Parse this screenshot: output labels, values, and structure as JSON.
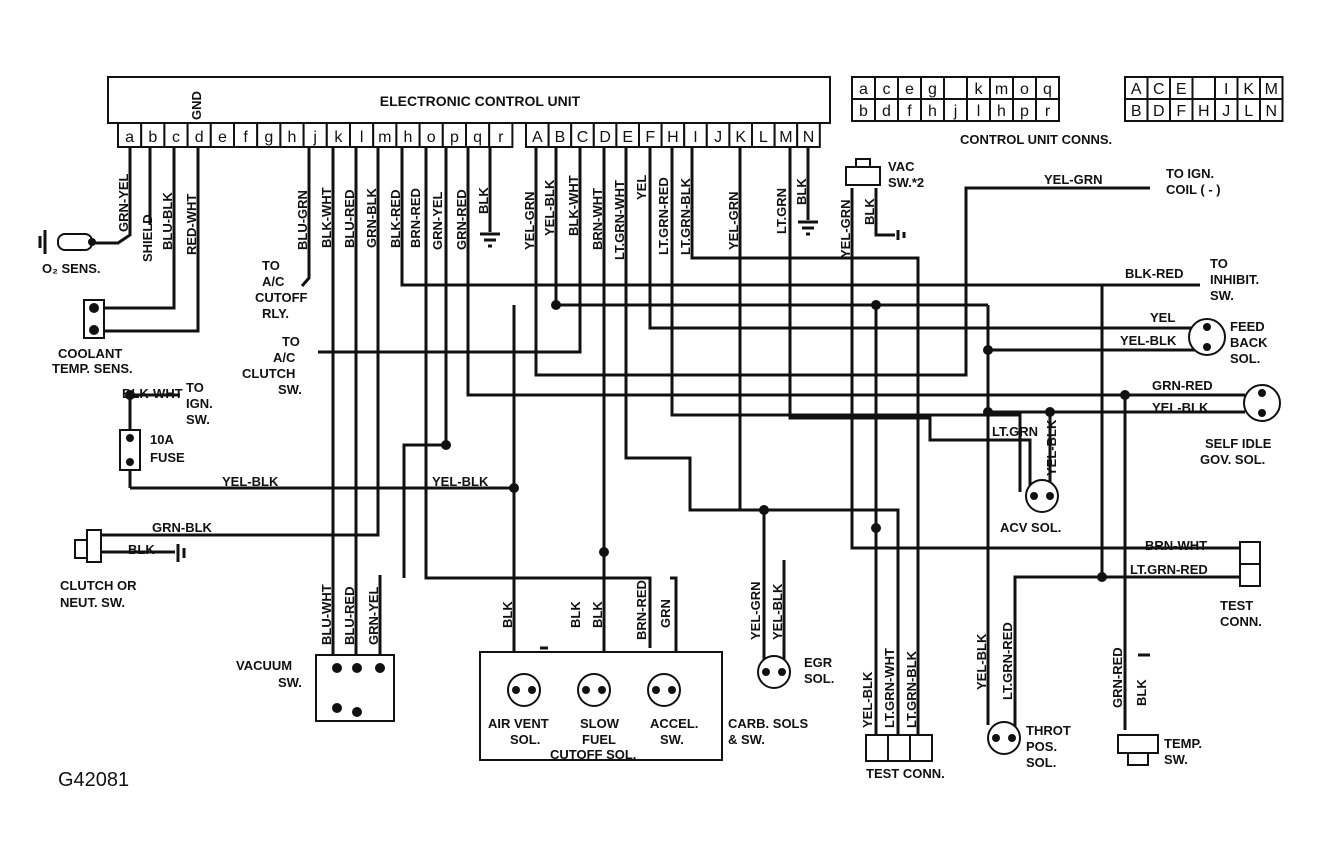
{
  "diagram": {
    "figure_id": "G42081",
    "ecu_label": "ELECTRONIC CONTROL UNIT",
    "gnd_label": "GND",
    "pins_lower": [
      "a",
      "b",
      "c",
      "d",
      "e",
      "f",
      "g",
      "h",
      "j",
      "k",
      "l",
      "m",
      "h",
      "o",
      "p",
      "q",
      "r"
    ],
    "pins_upper": [
      "A",
      "B",
      "C",
      "D",
      "E",
      "F",
      "H",
      "I",
      "J",
      "K",
      "L",
      "M",
      "N"
    ],
    "conn_title": "CONTROL UNIT CONNS.",
    "conn_lower_row1": [
      "a",
      "c",
      "e",
      "g",
      "",
      "k",
      "m",
      "o",
      "q"
    ],
    "conn_lower_row2": [
      "b",
      "d",
      "f",
      "h",
      "j",
      "l",
      "h",
      "p",
      "r"
    ],
    "conn_upper_row1": [
      "A",
      "C",
      "E",
      "",
      "I",
      "K",
      "M"
    ],
    "conn_upper_row2": [
      "B",
      "D",
      "F",
      "H",
      "J",
      "L",
      "N"
    ],
    "wires": {
      "grn_yel": "GRN-YEL",
      "shield": "SHIELD",
      "blu_blk": "BLU-BLK",
      "red_wht": "RED-WHT",
      "blu_grn": "BLU-GRN",
      "blk_wht": "BLK-WHT",
      "blu_red": "BLU-RED",
      "grn_blk": "GRN-BLK",
      "blk_red": "BLK-RED",
      "brn_red": "BRN-RED",
      "grn_yel2": "GRN-YEL",
      "grn_red": "GRN-RED",
      "blk": "BLK",
      "yel_grn": "YEL-GRN",
      "yel_blk": "YEL-BLK",
      "blk_wht2": "BLK-WHT",
      "brn_wht": "BRN-WHT",
      "lt_grn_wht": "LT.GRN-WHT",
      "yel": "YEL",
      "lt_grn_red": "LT.GRN-RED",
      "lt_grn_blk": "LT.GRN-BLK",
      "yel_grn2": "YEL-GRN",
      "lt_grn": "LT.GRN",
      "blk2": "BLK",
      "yel_grn_vac": "YEL-GRN",
      "blk_vac": "BLK",
      "yel_grn_coil": "YEL-GRN",
      "blk_red_inh": "BLK-RED",
      "yel_fb": "YEL",
      "yel_blk_fb": "YEL-BLK",
      "grn_red_sig": "GRN-RED",
      "yel_blk_sig": "YEL-BLK",
      "lt_grn_acv": "LT.GRN",
      "yel_blk_acv": "YEL-BLK",
      "brn_wht_tc": "BRN-WHT",
      "lt_grn_red_tc": "LT.GRN-RED",
      "blk_wht_ign": "BLK-WHT",
      "yel_blk_h1": "YEL-BLK",
      "yel_blk_h2": "YEL-BLK",
      "grn_blk_cl": "GRN-BLK",
      "blk_cl": "BLK",
      "vac_blu_wht": "BLU-WHT",
      "vac_blu_red": "BLU-RED",
      "vac_grn_yel": "GRN-YEL",
      "carb_blk1": "BLK",
      "carb_blk2": "BLK",
      "carb_blk3": "BLK",
      "carb_brn_red": "BRN-RED",
      "carb_grn": "GRN",
      "egr_yel_grn": "YEL-GRN",
      "egr_yel_blk": "YEL-BLK",
      "tc_yel_blk": "YEL-BLK",
      "tc_lt_grn_wht": "LT.GRN-WHT",
      "tc_lt_grn_blk": "LT.GRN-BLK",
      "thr_yel_blk": "YEL-BLK",
      "thr_lt_grn_red": "LT.GRN-RED",
      "tmp_grn_red": "GRN-RED",
      "tmp_blk": "BLK"
    },
    "components": {
      "o2": "O₂ SENS.",
      "coolant_1": "COOLANT",
      "coolant_2": "TEMP. SENS.",
      "ac_cutoff_1": "TO",
      "ac_cutoff_2": "A/C",
      "ac_cutoff_3": "CUTOFF",
      "ac_cutoff_4": "RLY.",
      "ac_clutch_1": "TO",
      "ac_clutch_2": "A/C",
      "ac_clutch_3": "CLUTCH",
      "ac_clutch_4": "SW.",
      "ign_sw_1": "TO",
      "ign_sw_2": "IGN.",
      "ign_sw_3": "SW.",
      "fuse_1": "10A",
      "fuse_2": "FUSE",
      "clutch_1": "CLUTCH OR",
      "clutch_2": "NEUT. SW.",
      "vac_sw_1": "VAC",
      "vac_sw_2": "SW.*2",
      "ign_coil_1": "TO IGN.",
      "ign_coil_2": "COIL ( - )",
      "inhibit_1": "TO",
      "inhibit_2": "INHIBIT.",
      "inhibit_3": "SW.",
      "feedback_1": "FEED",
      "feedback_2": "BACK",
      "feedback_3": "SOL.",
      "sig_1": "SELF IDLE",
      "sig_2": "GOV. SOL.",
      "acv": "ACV SOL.",
      "test_1": "TEST",
      "test_2": "CONN.",
      "vacuum_1": "VACUUM",
      "vacuum_2": "SW.",
      "airvent_1": "AIR VENT",
      "airvent_2": "SOL.",
      "slow_1": "SLOW",
      "slow_2": "FUEL",
      "slow_3": "CUTOFF SOL.",
      "accel_1": "ACCEL.",
      "accel_2": "SW.",
      "carb_1": "CARB. SOLS",
      "carb_2": "& SW.",
      "egr_1": "EGR",
      "egr_2": "SOL.",
      "test2": "TEST CONN.",
      "throt_1": "THROT",
      "throt_2": "POS.",
      "throt_3": "SOL.",
      "temp_1": "TEMP.",
      "temp_2": "SW."
    }
  }
}
